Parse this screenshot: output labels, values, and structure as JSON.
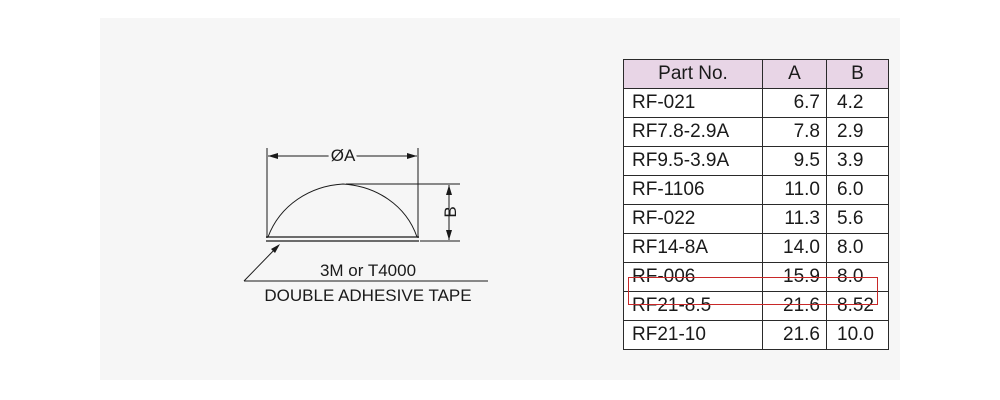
{
  "drawing": {
    "dim_a_label": "ØA",
    "dim_b_label": "B",
    "tape_line1": "3M or T4000",
    "tape_line2": "DOUBLE ADHESIVE TAPE"
  },
  "table": {
    "headers": [
      "Part No.",
      "A",
      "B"
    ],
    "rows": [
      [
        "RF-021",
        "6.7",
        "4.2"
      ],
      [
        "RF7.8-2.9A",
        "7.8",
        "2.9"
      ],
      [
        "RF9.5-3.9A",
        "9.5",
        "3.9"
      ],
      [
        "RF-1106",
        "11.0",
        "6.0"
      ],
      [
        "RF-022",
        "11.3",
        "5.6"
      ],
      [
        "RF14-8A",
        "14.0",
        "8.0"
      ],
      [
        "RF-006",
        "15.9",
        "8.0"
      ],
      [
        "RF21-8.5",
        "21.6",
        "8.52"
      ],
      [
        "RF21-10",
        "21.6",
        "10.0"
      ]
    ],
    "highlighted_part": "RF-006",
    "header_color": "#e8d5e6",
    "highlight_color": "#c82828"
  }
}
